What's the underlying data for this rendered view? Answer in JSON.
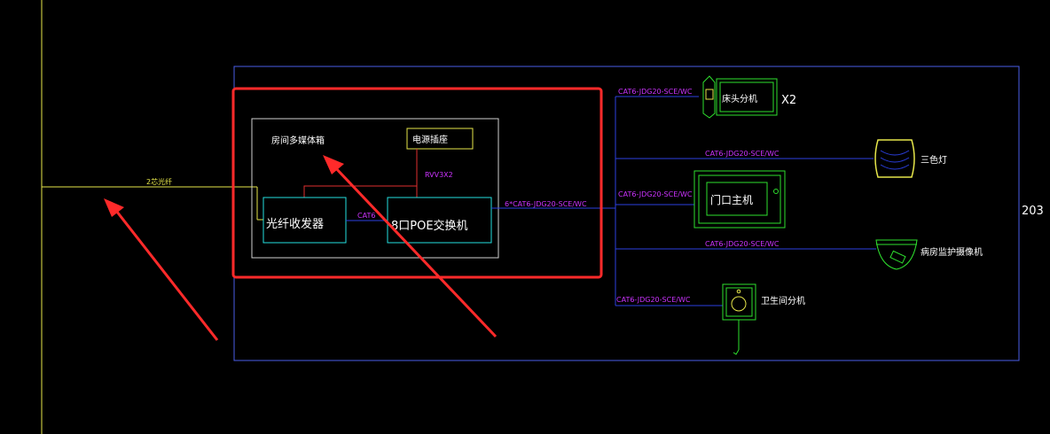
{
  "colors": {
    "background": "#000000",
    "frame": "#4a5ee8",
    "cable": "#2b3fe0",
    "cable_label": "#cc33ff",
    "fiber": "#e6e64a",
    "power": "#e03030",
    "device": "#25e0e0",
    "device_green": "#2ee02e",
    "highlight": "#ff2a2a",
    "text": "#ffffff",
    "yellow_text": "#e6e64a"
  },
  "labels": {
    "room_number": "203",
    "media_box": "房间多媒体箱",
    "power_socket": "电源插座",
    "rvv": "RVV3X2",
    "fiber_transceiver": "光纤收发器",
    "poe_switch": "8口POE交换机",
    "cat6": "CAT6",
    "trunk_cable": "6*CAT6-JDG20-SCE/WC",
    "fiber_line": "2芯光纤",
    "bed_unit": "床头分机",
    "bed_multiplier": "X2",
    "tricolor_light": "三色灯",
    "door_host": "门口主机",
    "ward_camera": "病房监护摄像机",
    "bathroom_unit": "卫生间分机"
  },
  "branches": [
    {
      "label": "CAT6-JDG20-SCE/WC"
    },
    {
      "label": "CAT6-JDG20-SCE/WC"
    },
    {
      "label": "CAT6-JDG20-SCE/WC"
    },
    {
      "label": "CAT6-JDG20-SCE/WC"
    },
    {
      "label": "CAT6-JDG20-SCE/WC"
    }
  ]
}
